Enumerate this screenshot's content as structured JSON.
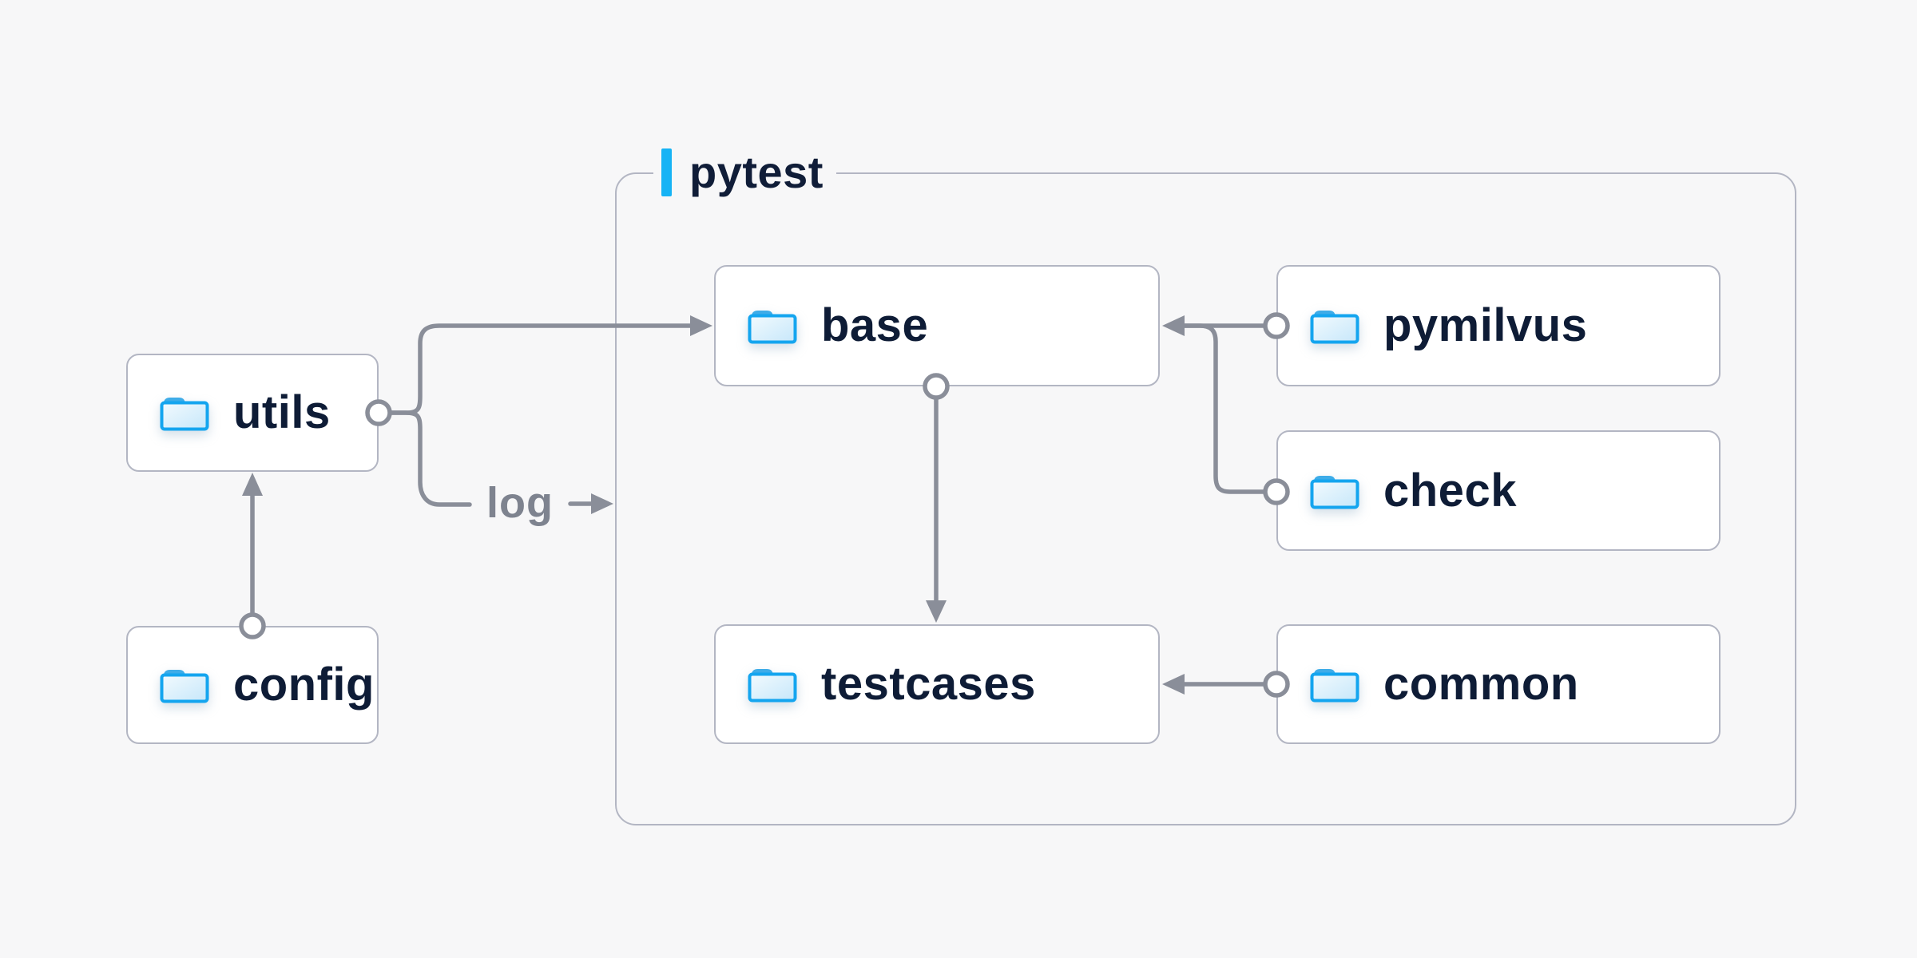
{
  "diagram": {
    "container": {
      "label": "pytest"
    },
    "nodes": [
      {
        "id": "utils",
        "label": "utils",
        "icon": "folder-icon"
      },
      {
        "id": "config",
        "label": "config",
        "icon": "folder-icon"
      },
      {
        "id": "base",
        "label": "base",
        "icon": "folder-icon"
      },
      {
        "id": "pymilvus",
        "label": "pymilvus",
        "icon": "folder-icon"
      },
      {
        "id": "check",
        "label": "check",
        "icon": "folder-icon"
      },
      {
        "id": "testcases",
        "label": "testcases",
        "icon": "folder-icon"
      },
      {
        "id": "common",
        "label": "common",
        "icon": "folder-icon"
      }
    ],
    "edges": [
      {
        "from": "config",
        "to": "utils"
      },
      {
        "from": "utils",
        "to": "base"
      },
      {
        "from": "utils",
        "to": "pytest-container",
        "label": "log"
      },
      {
        "from": "pymilvus",
        "to": "base"
      },
      {
        "from": "check",
        "to": "base"
      },
      {
        "from": "base",
        "to": "testcases"
      },
      {
        "from": "common",
        "to": "testcases"
      }
    ],
    "colors": {
      "background": "#f7f7f8",
      "node_background": "#ffffff",
      "node_border": "#b3b6c3",
      "node_text": "#0e1c36",
      "accent_cyan": "#16b3f5",
      "connector_gray": "#8a8e99",
      "edge_label_gray": "#7e838f",
      "folder_blue": "#14a5ef"
    }
  }
}
